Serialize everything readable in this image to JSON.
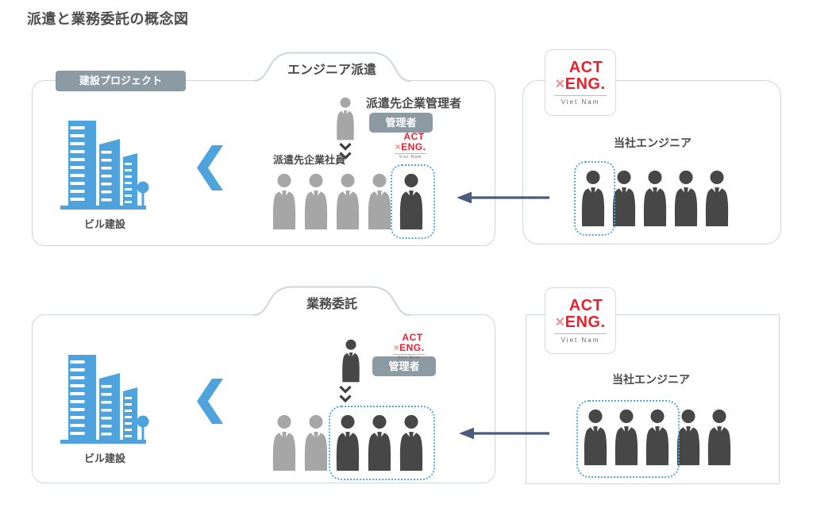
{
  "title": "派遣と業務委託の概念図",
  "colors": {
    "blue": "#4FA3DC",
    "gray_person": "#A6A6A6",
    "dark_person": "#474747",
    "badge_bg": "#8C9AA4",
    "panel_border": "#CDD5DC",
    "dashed_highlight": "#55A8DE",
    "arrow": "#4A5B7E",
    "logo_red": "#E8212E",
    "logo_pink": "#EC9090",
    "text": "#4A4A4A"
  },
  "icons": {
    "building": "building-icon",
    "person": "person-icon",
    "chevron_left": "chevron-left-icon",
    "double_chevron_down": "double-chevron-down-icon",
    "arrow_left": "arrow-left-icon"
  },
  "logo": {
    "line1": "ACT",
    "x": "×",
    "line2": "ENG.",
    "sub": "Viet Nam"
  },
  "sections": {
    "dispatch": {
      "tab": "エンジニア派遣",
      "project_badge": "建設プロジェクト",
      "building_label": "ビル建設",
      "manager_title": "派遣先企業管理者",
      "manager_badge": "管理者",
      "manager": [
        "gray"
      ],
      "staff_label": "派遣先企業社員",
      "staff": [
        "gray",
        "gray",
        "gray",
        "gray",
        "dark"
      ],
      "right_title": "当社エンジニア",
      "engineers": [
        "dark",
        "dark",
        "dark",
        "dark",
        "dark"
      ]
    },
    "outsourcing": {
      "tab": "業務委託",
      "building_label": "ビル建設",
      "manager_badge": "管理者",
      "manager": [
        "dark"
      ],
      "staff": [
        "gray",
        "gray",
        "dark",
        "dark",
        "dark"
      ],
      "right_title": "当社エンジニア",
      "engineers": [
        "dark",
        "dark",
        "dark",
        "dark",
        "dark"
      ]
    }
  }
}
